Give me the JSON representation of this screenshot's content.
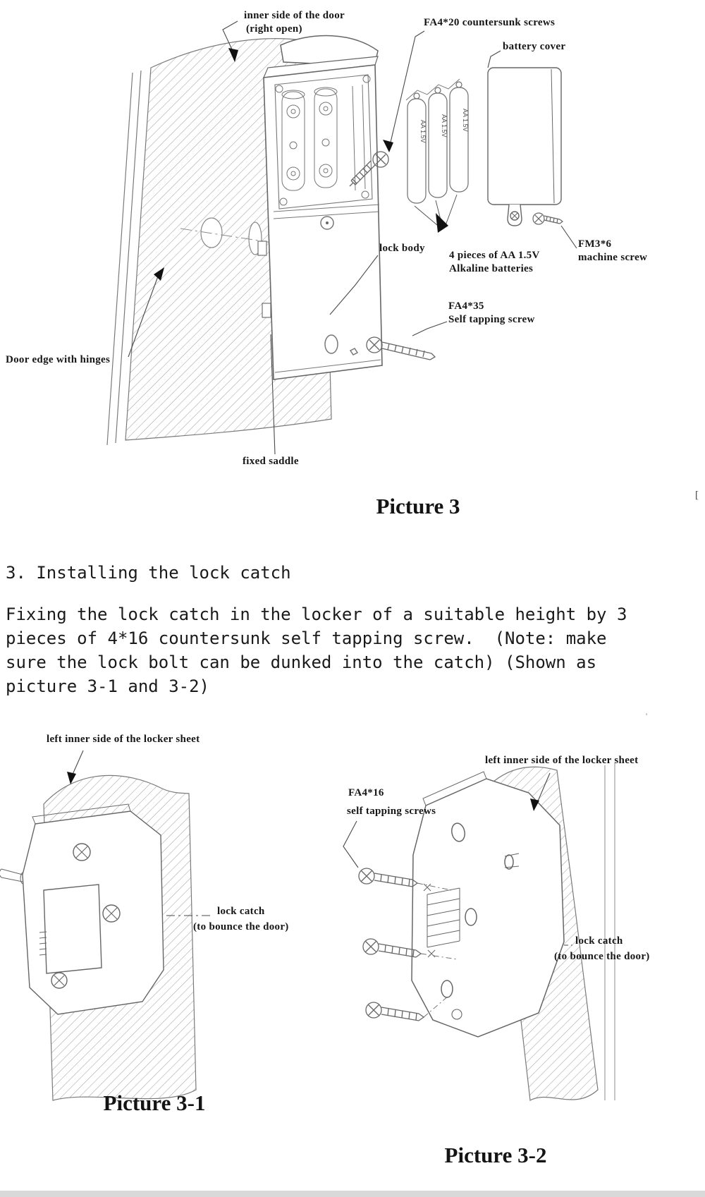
{
  "picture3": {
    "caption": "Picture 3",
    "battery_marking": "AA 1.5V",
    "labels": {
      "inner_side_line1": "inner side of the door",
      "inner_side_line2": "(right open)",
      "fa420_screws": "FA4*20 countersunk screws",
      "battery_cover": "battery cover",
      "lock_body": "lock body",
      "batteries_line1": "4 pieces of AA 1.5V",
      "batteries_line2": "Alkaline batteries",
      "fm36_line1": "FM3*6",
      "fm36_line2": "machine screw",
      "fa435_line1": "FA4*35",
      "fa435_line2": "Self tapping screw",
      "door_edge": "Door edge with hinges",
      "fixed_saddle": "fixed saddle"
    }
  },
  "section": {
    "heading": "3. Installing the lock catch",
    "body": "Fixing the lock catch in the locker of a suitable height by 3\npieces of 4*16 countersunk self tapping screw.  (Note: make\nsure the lock bolt can be dunked into the catch) (Shown as\npicture 3-1 and 3-2)"
  },
  "picture3_1": {
    "caption": "Picture 3-1",
    "labels": {
      "locker_sheet": "left inner side of the locker sheet",
      "lock_catch_line1": "lock catch",
      "lock_catch_line2": "(to bounce the door)"
    }
  },
  "picture3_2": {
    "caption": "Picture 3-2",
    "labels": {
      "locker_sheet": "left inner side of the locker sheet",
      "fa416_line1": "FA4*16",
      "fa416_line2": "self tapping screws",
      "lock_catch_line1": "lock catch",
      "lock_catch_line2": "(to bounce the door)"
    }
  },
  "artifacts": {
    "bracket": "[",
    "tick": "'"
  },
  "colors": {
    "ink": "#161616",
    "line": "#6a6a6a",
    "hatch": "#a3a3a3",
    "bottom_bar": "#d9d9d9"
  }
}
